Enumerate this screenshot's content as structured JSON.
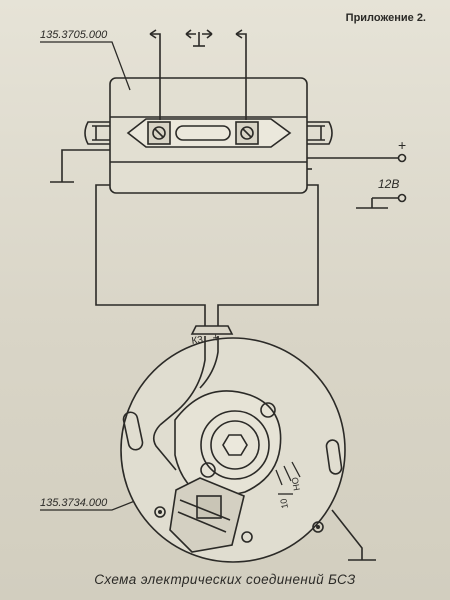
{
  "page": {
    "appendix_label": "Приложение 2."
  },
  "diagram": {
    "switch_unit_label": "135.3705.000",
    "distributor_label": "135.3734.000",
    "plus_label": "+",
    "voltage_label": "12В",
    "terminal_k3_label": "К3",
    "terminal_plus_label": "+",
    "mark_ho_label": "НО",
    "mark_10_label": "10"
  },
  "caption": {
    "text": "Схема электрических соединений БСЗ"
  }
}
